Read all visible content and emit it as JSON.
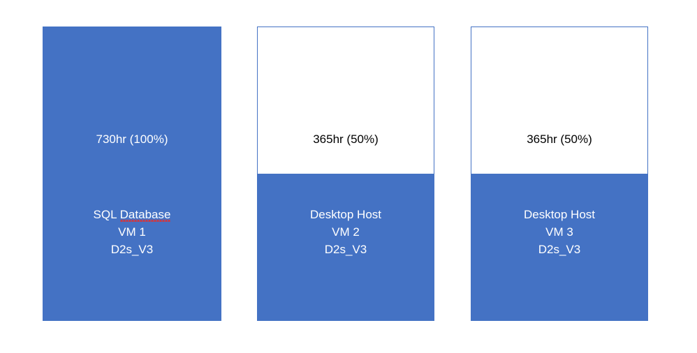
{
  "diagram": {
    "type": "utilization-boxes",
    "background_color": "#FFFFFF",
    "fill_color": "#4472C4",
    "border_color": "#4472C4",
    "text_on_fill_color": "#FFFFFF",
    "text_on_white_color": "#000000",
    "boxes": [
      {
        "id": "vm-1",
        "usage_label": "730hr (100%)",
        "usage_hours": 730,
        "usage_percent": 100,
        "usage_label_on_fill": true,
        "caption_lines": [
          "SQL Database",
          "VM 1",
          "D2s_V3"
        ],
        "caption_misspelled_word": "Database",
        "service_name": "SQL Database",
        "vm_name": "VM 1",
        "vm_size": "D2s_V3"
      },
      {
        "id": "vm-2",
        "usage_label": "365hr (50%)",
        "usage_hours": 365,
        "usage_percent": 50,
        "usage_label_on_fill": false,
        "caption_lines": [
          "Desktop Host",
          "VM 2",
          "D2s_V3"
        ],
        "caption_misspelled_word": "",
        "service_name": "Desktop Host",
        "vm_name": "VM 2",
        "vm_size": "D2s_V3"
      },
      {
        "id": "vm-3",
        "usage_label": "365hr (50%)",
        "usage_hours": 365,
        "usage_percent": 50,
        "usage_label_on_fill": false,
        "caption_lines": [
          "Desktop Host",
          "VM 3",
          "D2s_V3"
        ],
        "caption_misspelled_word": "",
        "service_name": "Desktop Host",
        "vm_name": "VM 3",
        "vm_size": "D2s_V3"
      }
    ]
  },
  "chart_data": {
    "type": "bar",
    "title": "",
    "xlabel": "",
    "ylabel": "",
    "categories": [
      "SQL Database VM 1 D2s_V3",
      "Desktop Host VM 2 D2s_V3",
      "Desktop Host VM 3 D2s_V3"
    ],
    "values": [
      100,
      50,
      50
    ],
    "value_labels": [
      "730hr (100%)",
      "365hr (50%)",
      "365hr (50%)"
    ],
    "unit": "percent of 730hr",
    "ylim": [
      0,
      100
    ],
    "grid": false,
    "legend": "none"
  }
}
